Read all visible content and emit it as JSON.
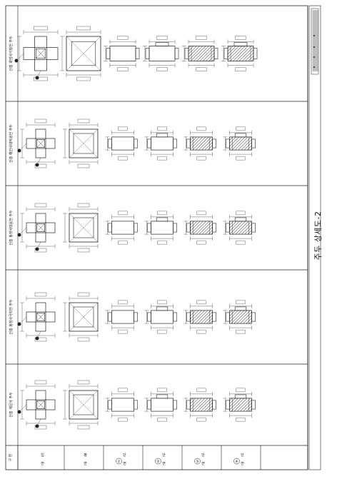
{
  "sheet": {
    "title": "주두 상세도-2",
    "rows": [
      {
        "label": "신흥 계문사 주두"
      },
      {
        "label": "신흥 봉정사극락전 주두"
      },
      {
        "label": "신흥 봉정사대웅전 주두"
      },
      {
        "label": "신흥 해인사대적광전 주두"
      },
      {
        "label": "신흥 화엄사각황전 주두"
      }
    ],
    "header_left": "구 분",
    "columns": [
      {
        "top": "입",
        "bottom": "면"
      },
      {
        "top": "평",
        "bottom": "면"
      },
      {
        "top": "단",
        "bottom": "면",
        "mark": "①"
      },
      {
        "top": "단",
        "bottom": "면",
        "mark": "②"
      },
      {
        "top": "단",
        "bottom": "면",
        "mark": "③"
      },
      {
        "top": "단",
        "bottom": "면",
        "mark": "④"
      }
    ]
  },
  "colors": {
    "line": "#222222",
    "hatch": "#555555",
    "paper": "#ffffff"
  }
}
